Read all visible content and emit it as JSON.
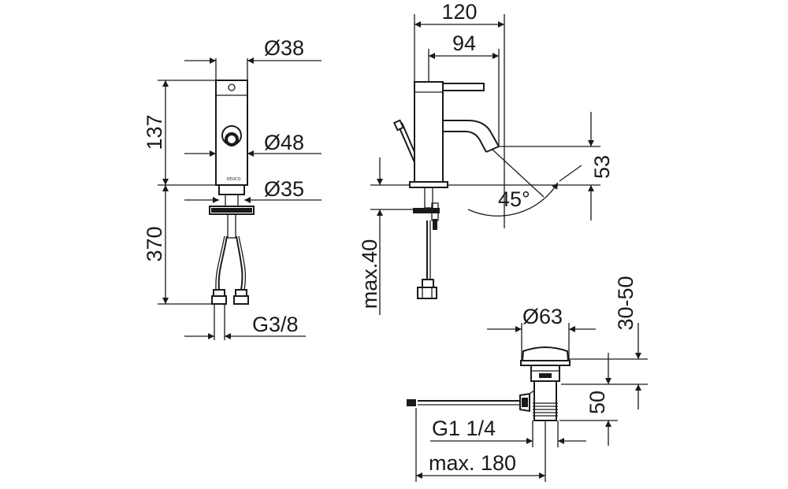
{
  "dimensions": {
    "d38": "Ø38",
    "d48": "Ø48",
    "d35": "Ø35",
    "h137": "137",
    "h370": "370",
    "g38": "G3/8",
    "w120": "120",
    "w94": "94",
    "h53": "53",
    "angle45": "45°",
    "max40": "max.40",
    "d63": "Ø63",
    "r3050": "30-50",
    "h50": "50",
    "g114": "G1 1/4",
    "max180": "max. 180"
  },
  "brand_mark": "KEUCO",
  "colors": {
    "line": "#1a1a1a",
    "background": "#ffffff"
  }
}
